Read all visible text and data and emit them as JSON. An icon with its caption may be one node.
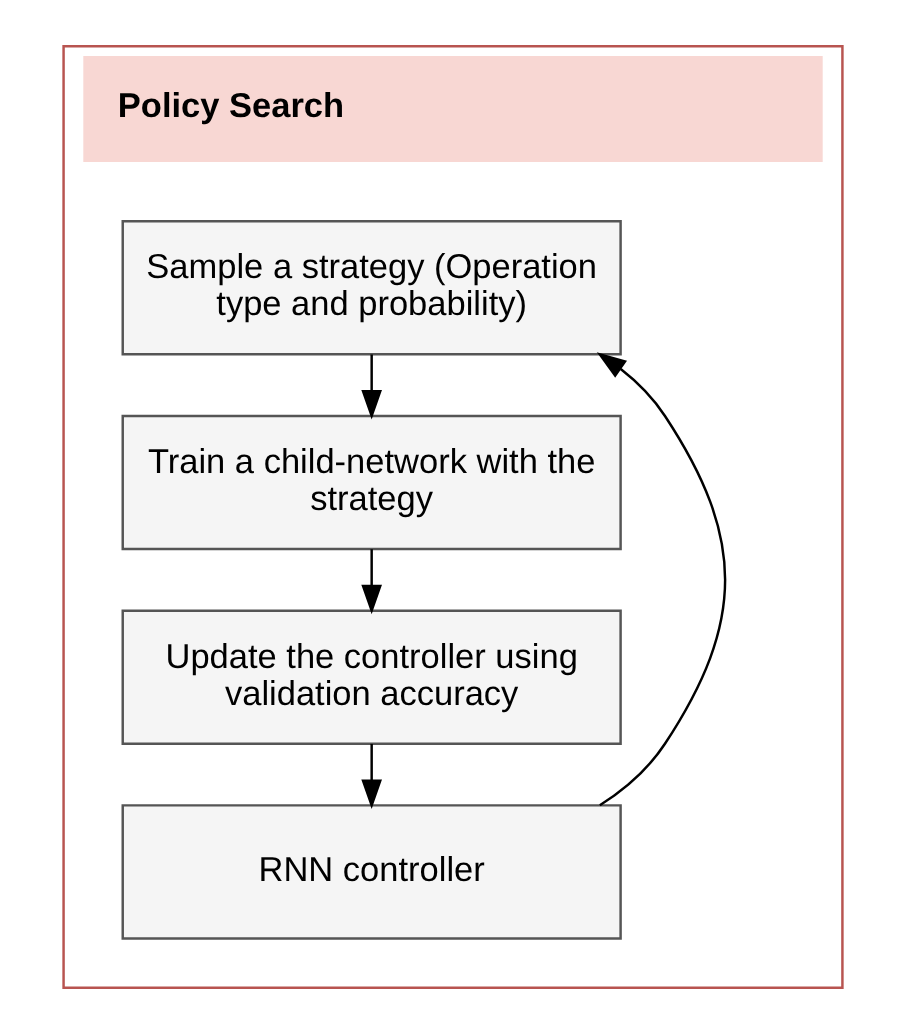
{
  "diagram": {
    "nodes": [
      {
        "text": [
          "Policy Search"
        ]
      },
      {
        "text": [
          "Sample a strategy (Operation type and probability)"
        ],
        "in": 0
      },
      {
        "text": [
          "Train a child-network with the strategy"
        ],
        "in": 0
      },
      {
        "text": [
          "Update the controller using validation accuracy"
        ],
        "in": 0
      },
      {
        "text": [
          "RNN controller"
        ],
        "in": 0
      }
    ],
    "edges": [
      {
        "from": 1,
        "to": 2,
        "arrow": "to"
      },
      {
        "from": 2,
        "to": 3,
        "arrow": "to"
      },
      {
        "from": 3,
        "to": 4,
        "arrow": "to"
      },
      {
        "from": 4,
        "to": 1,
        "arrow": "to"
      }
    ]
  }
}
